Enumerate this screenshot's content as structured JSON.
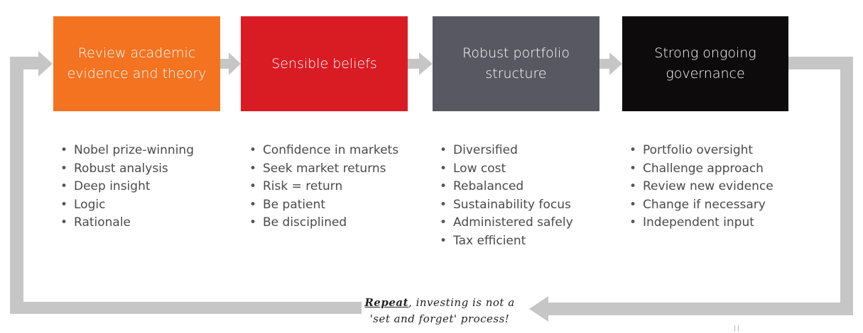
{
  "colors": {
    "stage_1": "#f37321",
    "stage_2": "#d91b23",
    "stage_3": "#585863",
    "stage_4": "#0d0b0c",
    "connector": "#c6c6c6"
  },
  "stages": [
    {
      "title_lines": [
        "Review academic",
        "evidence and theory"
      ],
      "bullets": [
        "Nobel prize-winning",
        "Robust analysis",
        "Deep insight",
        "Logic",
        "Rationale"
      ]
    },
    {
      "title_lines": [
        "Sensible beliefs"
      ],
      "bullets": [
        "Confidence in markets",
        "Seek market returns",
        "Risk = return",
        "Be patient",
        "Be disciplined"
      ]
    },
    {
      "title_lines": [
        "Robust portfolio",
        "structure"
      ],
      "bullets": [
        "Diversified",
        "Low cost",
        "Rebalanced",
        "Sustainability focus",
        "Administered safely",
        "Tax efficient"
      ]
    },
    {
      "title_lines": [
        "Strong ongoing",
        "governance"
      ],
      "bullets": [
        "Portfolio oversight",
        "Challenge approach",
        "Review new evidence",
        "Change if necessary",
        "Independent input"
      ]
    }
  ],
  "loop_caption": {
    "emphasis": "Repeat",
    "line_1_rest": ", investing is not a",
    "line_2": "'set and forget' process!"
  }
}
